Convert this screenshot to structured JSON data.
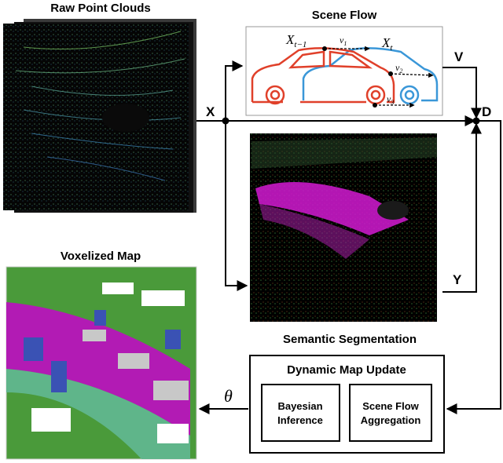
{
  "raw_point_clouds": {
    "title": "Raw Point Clouds"
  },
  "scene_flow": {
    "title": "Scene Flow",
    "x_prev": "X",
    "x_prev_sub": "t−1",
    "x_curr": "X",
    "x_curr_sub": "t",
    "v1": "v",
    "v1_sub": "1",
    "v2": "v",
    "v2_sub": "2",
    "v3": "v",
    "v3_sub": "3"
  },
  "semantic_segmentation": {
    "title": "Semantic Segmentation"
  },
  "voxelized_map": {
    "title": "Voxelized Map"
  },
  "dynamic_map_update": {
    "title": "Dynamic Map Update",
    "bayesian_line1": "Bayesian",
    "bayesian_line2": "Inference",
    "aggregation_line1": "Scene Flow",
    "aggregation_line2": "Aggregation"
  },
  "signals": {
    "x": "X",
    "v": "V",
    "d": "D",
    "y": "Y",
    "theta": "θ"
  },
  "colors": {
    "car_previous": "#e0402a",
    "car_current": "#3a97d8",
    "segmentation_road": "#d21ad2",
    "map_vegetation": "#4a9a3a",
    "map_road": "#b21bb4",
    "map_car": "#3a52b4"
  }
}
